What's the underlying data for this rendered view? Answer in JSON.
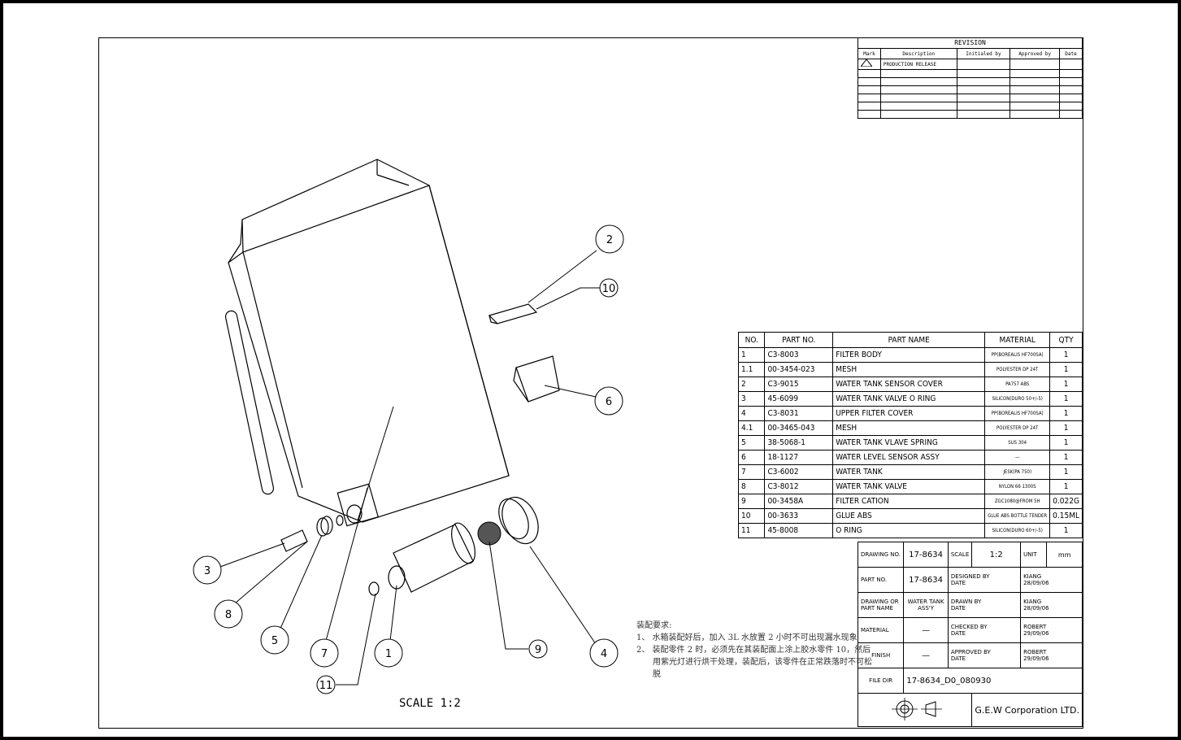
{
  "revision": {
    "title": "REVISION",
    "headers": [
      "Mark",
      "Description",
      "Initialed by",
      "Approved by",
      "Date"
    ],
    "rows": [
      [
        "",
        "PRODUCTION RELEASE",
        "",
        "",
        ""
      ],
      [
        "",
        "",
        "",
        "",
        ""
      ],
      [
        "",
        "",
        "",
        "",
        ""
      ],
      [
        "",
        "",
        "",
        "",
        ""
      ],
      [
        "",
        "",
        "",
        "",
        ""
      ],
      [
        "",
        "",
        "",
        "",
        ""
      ],
      [
        "",
        "",
        "",
        "",
        ""
      ]
    ]
  },
  "bom": {
    "headers": [
      "NO.",
      "PART NO.",
      "PART NAME",
      "MATERIAL",
      "QTY"
    ],
    "rows": [
      [
        "1",
        "C3-8003",
        "FILTER BODY",
        "PP(BOREALIS HF700SA)",
        "1"
      ],
      [
        "1.1",
        "00-3454-023",
        "MESH",
        "POLYESTER DP 24T",
        "1"
      ],
      [
        "2",
        "C3-9015",
        "WATER TANK SENSOR COVER",
        "PA757 ABS",
        "1"
      ],
      [
        "3",
        "45-6099",
        "WATER TANK VALVE O RING",
        "SILICON(DURO 50+/-5)",
        "1"
      ],
      [
        "4",
        "C3-8031",
        "UPPER FILTER COVER",
        "PP(BOREALIS HF700SA)",
        "1"
      ],
      [
        "4.1",
        "00-3465-043",
        "MESH",
        "POLYESTER DP 24T",
        "1"
      ],
      [
        "5",
        "38-5068-1",
        "WATER TANK VLAVE SPRING",
        "SUS 304",
        "1"
      ],
      [
        "6",
        "18-1127",
        "WATER LEVEL SENSOR ASSY",
        "—",
        "1"
      ],
      [
        "7",
        "C3-6002",
        "WATER TANK",
        "JESK(PA 750)",
        "1"
      ],
      [
        "8",
        "C3-8012",
        "WATER TANK VALVE",
        "NYLON 66 1300S",
        "1"
      ],
      [
        "9",
        "00-3458A",
        "FILTER CATION",
        "ZGC1080@FROM 5H",
        "0.022G"
      ],
      [
        "10",
        "00-3633",
        "GLUE ABS",
        "GLUE ABS BOTTLE TENDER",
        "0.15ML"
      ],
      [
        "11",
        "45-8008",
        "O RING",
        "SILICON(DURO 60+/-5)",
        "1"
      ]
    ]
  },
  "title_block": {
    "drawing_no_label": "DRAWING NO.",
    "drawing_no": "17-8634",
    "scale_label": "SCALE",
    "scale": "1:2",
    "unit_label": "UNIT",
    "unit": "mm",
    "part_no_label": "PART NO.",
    "part_no": "17-8634",
    "designed_by_label": "DESIGNED BY\nDATE",
    "designed_by": "KIANG\n28/09/06",
    "drawing_name_label": "DRAWING OR\nPART NAME",
    "drawing_name": "WATER TANK\nASS'Y",
    "drawn_by_label": "DRAWN BY\nDATE",
    "drawn_by": "KIANG\n28/09/06",
    "material_label": "MATERIAL",
    "material": "—",
    "checked_by_label": "CHECKED BY\nDATE",
    "checked_by": "ROBERT\n29/09/06",
    "finish_label": "FINISH",
    "finish": "—",
    "approved_by_label": "APPROVED BY\nDATE",
    "approved_by": "ROBERT\n29/09/06",
    "file_dir_label": "FILE DIR",
    "file_dir": "17-8634_D0_080930",
    "company": "G.E.W Corporation LTD."
  },
  "notes": {
    "title": "装配要求:",
    "items": [
      "1、 水箱装配好后，加入 3L 水放置 2 小时不可出现漏水现象",
      "2、 装配零件 2 时，必须先在其装配面上涂上胶水零件 10，然后用紫光灯进行烘干处理，装配后，该零件在正常跌落时不可松脱"
    ]
  },
  "scale_note": "SCALE  1:2",
  "balloons": [
    "2",
    "10",
    "6",
    "3",
    "8",
    "5",
    "7",
    "11",
    "1",
    "9",
    "4"
  ]
}
